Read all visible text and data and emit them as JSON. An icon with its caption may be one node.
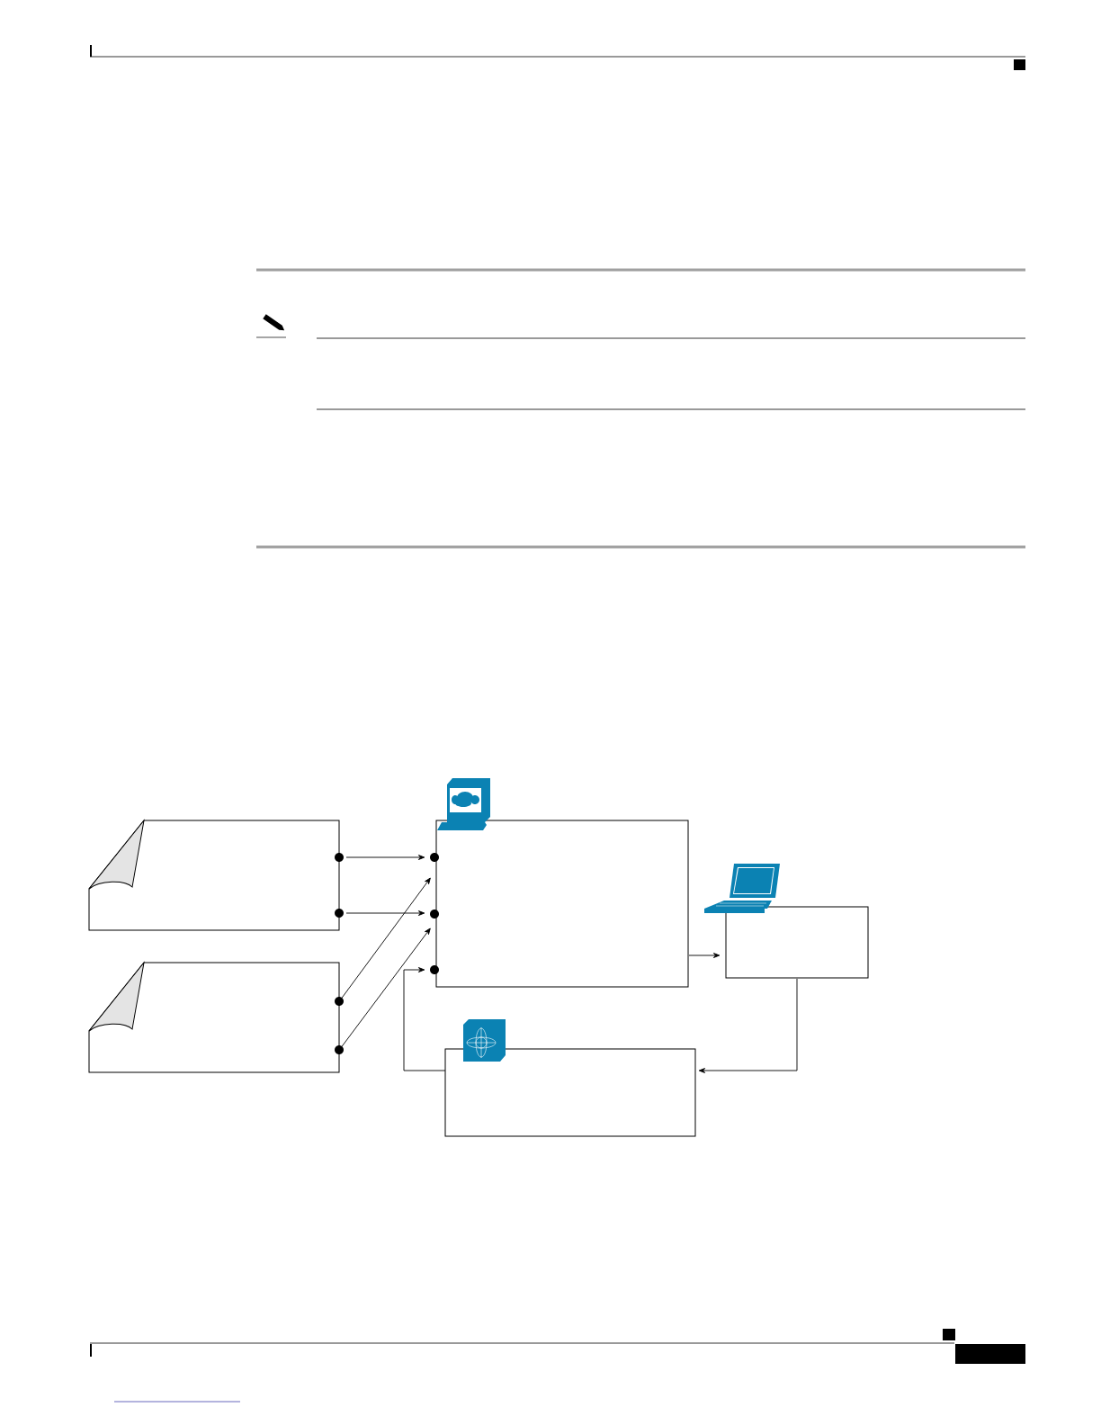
{
  "diagram": {
    "nodes": [
      {
        "text": [],
        "shape": "document"
      },
      {
        "text": [],
        "shape": "box"
      },
      {
        "text": [],
        "shape": "box"
      },
      {
        "text": [],
        "shape": "document"
      },
      {
        "text": [],
        "shape": "box"
      }
    ],
    "edges": [
      {
        "from": 0,
        "to": 1,
        "arrow": "to"
      },
      {
        "from": 0,
        "to": 1,
        "arrow": "to"
      },
      {
        "from": 3,
        "to": 1,
        "arrow": "to"
      },
      {
        "from": 3,
        "to": 1,
        "arrow": "to"
      },
      {
        "from": 1,
        "to": 2,
        "arrow": "to"
      },
      {
        "from": 2,
        "to": 4,
        "arrow": "to"
      },
      {
        "from": 4,
        "to": 1,
        "arrow": "to"
      }
    ]
  }
}
